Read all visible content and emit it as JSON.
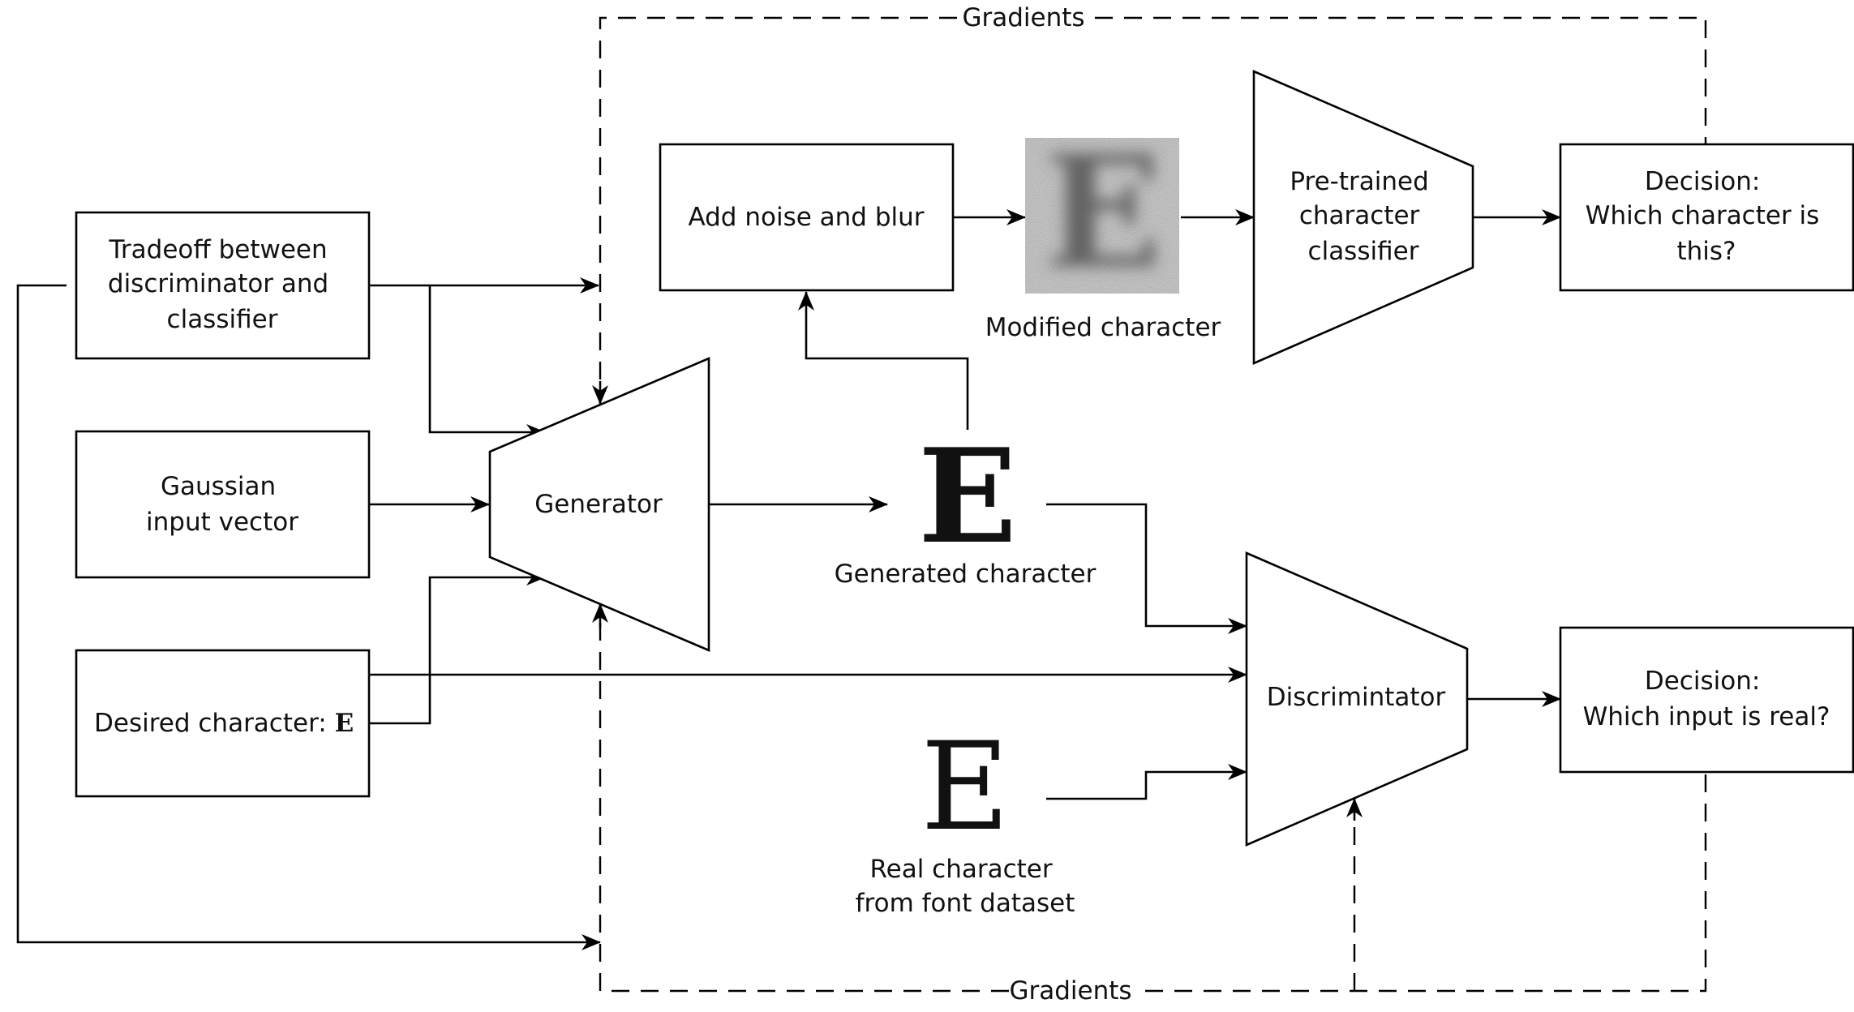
{
  "gradients_top": "Gradients",
  "gradients_bottom": "Gradients",
  "tradeoff": [
    "Tradeoff between",
    "discriminator and",
    "classifier"
  ],
  "gaussian": [
    "Gaussian",
    "input vector"
  ],
  "desired": "Desired character: ",
  "desired_glyph": "E",
  "noise": "Add noise and blur",
  "modified_caption": "Modified character",
  "classifier": [
    "Pre-trained",
    "character",
    "classifier"
  ],
  "decision_class": [
    "Decision:",
    "Which character is",
    "this?"
  ],
  "generator": "Generator",
  "generated_glyph": "E",
  "generated_caption": "Generated character",
  "discriminator": "Discrimintator",
  "decision_real": [
    "Decision:",
    "Which input is real?"
  ],
  "real_glyph": "E",
  "real_caption": [
    "Real character",
    "from font dataset"
  ]
}
